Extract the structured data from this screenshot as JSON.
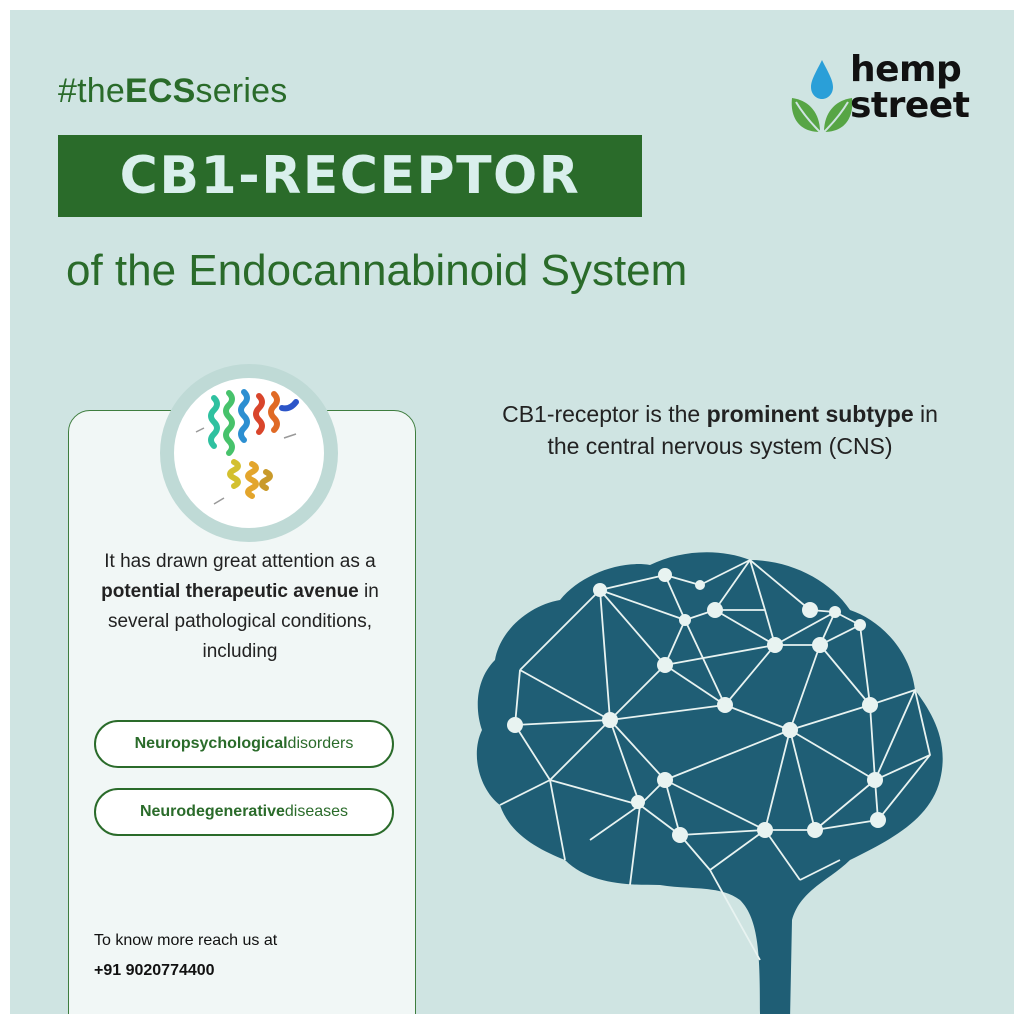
{
  "header": {
    "series_prefix": "#the",
    "series_bold": "ECS",
    "series_suffix": "series",
    "title": "CB1-RECEPTOR",
    "subtitle": "of the Endocannabinoid System"
  },
  "logo": {
    "line1": "hemp",
    "line2": "street",
    "colors": {
      "drop": "#2a9fd8",
      "leaf": "#57a545",
      "text": "#111111"
    }
  },
  "panel": {
    "text_part1": "It has drawn great attention as a ",
    "text_bold": "potential therapeutic avenue",
    "text_part2": " in several pathological conditions, including",
    "pills": [
      {
        "bold": "Neuropsychological",
        "rest": " disorders"
      },
      {
        "bold": "Neurodegenerative",
        "rest": " diseases"
      }
    ],
    "contact_label": "To know more reach us at",
    "contact_phone": "+91 9020774400"
  },
  "cns": {
    "part1": "CB1-receptor is the ",
    "bold": "prominent subtype",
    "part2": " in the central nervous system (CNS)"
  },
  "colors": {
    "background": "#cfe4e2",
    "brand_green": "#2a6b2a",
    "brain": "#1f5e75",
    "title_text": "#d9efec"
  }
}
